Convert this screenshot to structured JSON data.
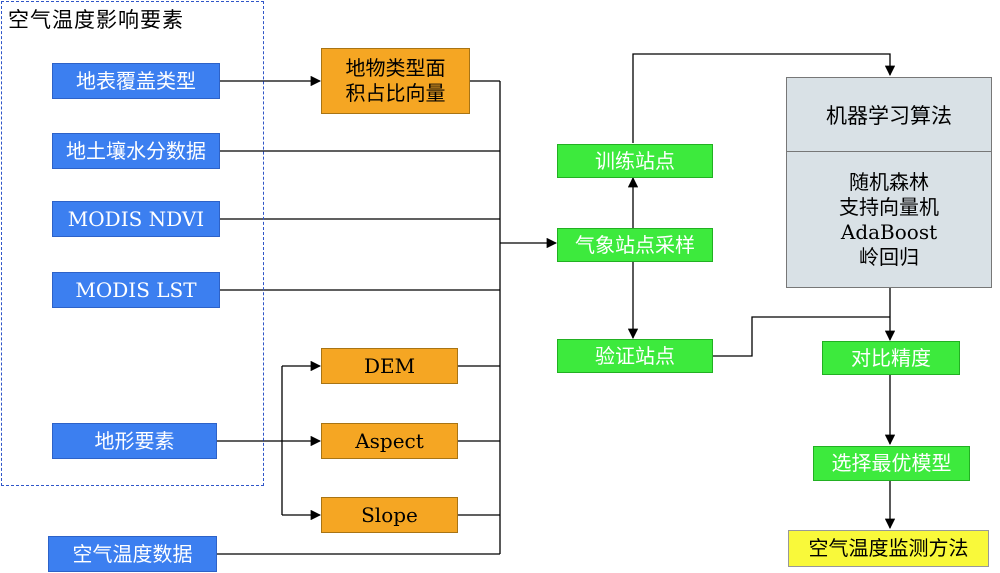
{
  "group_title": "空气温度影响要素",
  "inputs": {
    "land_cover": "地表覆盖类型",
    "soil_moisture": "地土壤水分数据",
    "ndvi": "MODIS NDVI",
    "lst": "MODIS LST",
    "terrain": "地形要素",
    "air_temp": "空气温度数据"
  },
  "features": {
    "land_vector_line1": "地物类型面",
    "land_vector_line2": "积占比向量",
    "dem": "DEM",
    "aspect": "Aspect",
    "slope": "Slope"
  },
  "stations": {
    "train": "训练站点",
    "sample": "气象站点采样",
    "validate": "验证站点"
  },
  "algorithms": {
    "title": "机器学习算法",
    "items": [
      "随机森林",
      "支持向量机",
      "AdaBoost",
      "岭回归"
    ]
  },
  "flow": {
    "compare": "对比精度",
    "select": "选择最优模型",
    "method": "空气温度监测方法"
  },
  "colors": {
    "input_box": "#3c7ff0",
    "feature_box": "#f5a623",
    "station_box": "#3dea3d",
    "algorithm_box": "#d9e1e6",
    "result_box": "#f9f93a",
    "group_border": "#2f55c8"
  }
}
